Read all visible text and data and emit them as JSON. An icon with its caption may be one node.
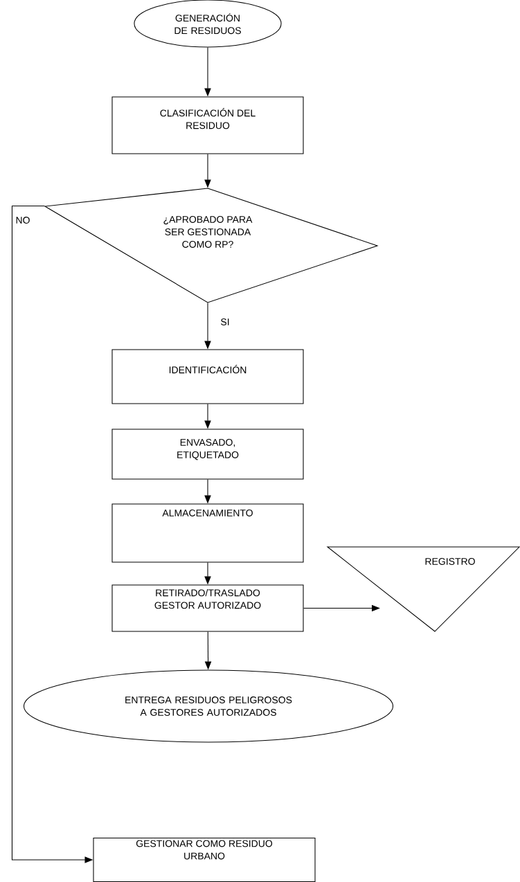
{
  "diagram": {
    "nodes": [
      {
        "text": [
          "GENERACIÓN DE RESIDUOS"
        ]
      },
      {
        "text": [
          "CLASIFICACIÓN DEL RESIDUO"
        ]
      },
      {
        "text": [
          "¿APROBADO PARA SER GESTIONADA COMO RP?"
        ]
      },
      {
        "text": [
          "IDENTIFICACIÓN"
        ]
      },
      {
        "text": [
          "ENVASADO, ETIQUETADO"
        ]
      },
      {
        "text": [
          "ALMACENAMIENTO"
        ]
      },
      {
        "text": [
          "RETIRADO/TRASLADO GESTOR AUTORIZADO"
        ]
      },
      {
        "text": [
          "REGISTRO"
        ]
      },
      {
        "text": [
          "ENTREGA RESIDUOS PELIGROSOS A GESTORES AUTORIZADOS"
        ]
      },
      {
        "text": [
          "GESTIONAR COMO RESIDUO URBANO"
        ]
      }
    ],
    "edges": [
      {
        "from": 0,
        "to": 1,
        "arrow": "to"
      },
      {
        "from": 1,
        "to": 2,
        "arrow": "to"
      },
      {
        "from": 2,
        "to": 3,
        "arrow": "to",
        "label": "SI"
      },
      {
        "from": 3,
        "to": 4,
        "arrow": "to"
      },
      {
        "from": 4,
        "to": 5,
        "arrow": "to"
      },
      {
        "from": 5,
        "to": 6,
        "arrow": "to"
      },
      {
        "from": 6,
        "to": 7,
        "arrow": "to"
      },
      {
        "from": 6,
        "to": 8,
        "arrow": "to"
      },
      {
        "from": 2,
        "to": 9,
        "arrow": "to",
        "label": "NO"
      }
    ]
  }
}
